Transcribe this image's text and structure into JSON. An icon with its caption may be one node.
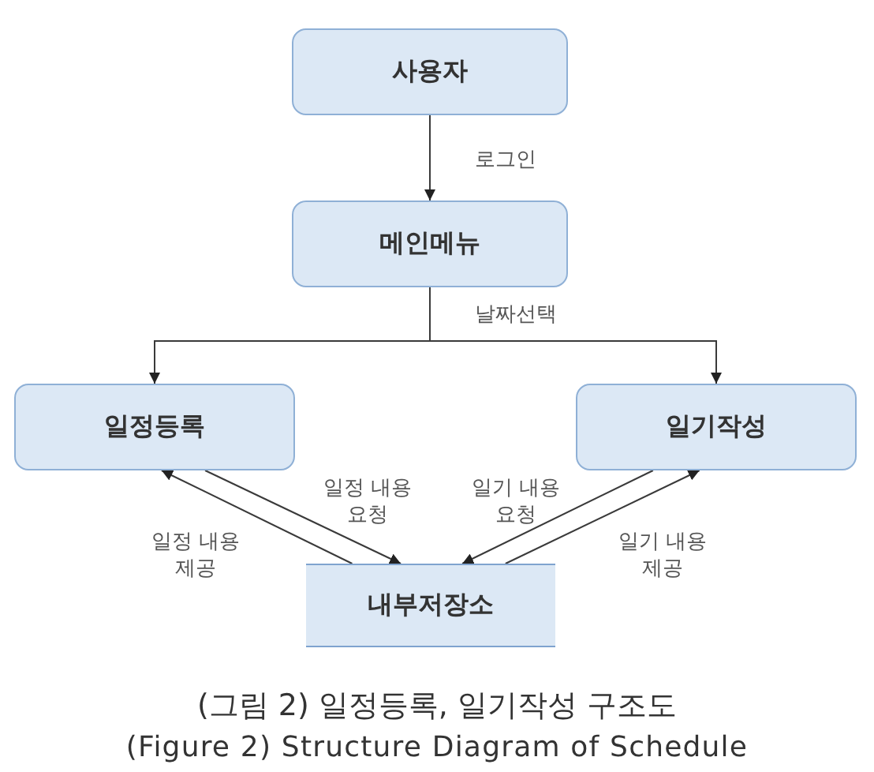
{
  "diagram": {
    "caption": "(그림 2) 일정등록, 일기작성 구조도",
    "nodes": [
      {
        "text": [
          "사용자"
        ]
      },
      {
        "text": [
          "메인메뉴"
        ]
      },
      {
        "text": [
          "일정등록"
        ]
      },
      {
        "text": [
          "일기작성"
        ]
      },
      {
        "text": [
          "내부저장소"
        ]
      }
    ],
    "edges": [
      {
        "from": 0,
        "to": 1,
        "arrow": "to",
        "label": "로그인"
      },
      {
        "from": 1,
        "to": 2,
        "arrow": "to",
        "label": "날짜선택"
      },
      {
        "from": 1,
        "to": 3,
        "arrow": "to"
      },
      {
        "from": 4,
        "to": 2,
        "arrow": "to",
        "label": "일정 내용 제공"
      },
      {
        "from": 2,
        "to": 4,
        "arrow": "to",
        "label": "일정 내용 요청"
      },
      {
        "from": 3,
        "to": 4,
        "arrow": "to",
        "label": "일기 내용 요청"
      },
      {
        "from": 4,
        "to": 3,
        "arrow": "to",
        "label": "일기 내용 제공"
      }
    ],
    "labels": [
      "(Figure 2) Structure Diagram of Schedule"
    ]
  }
}
